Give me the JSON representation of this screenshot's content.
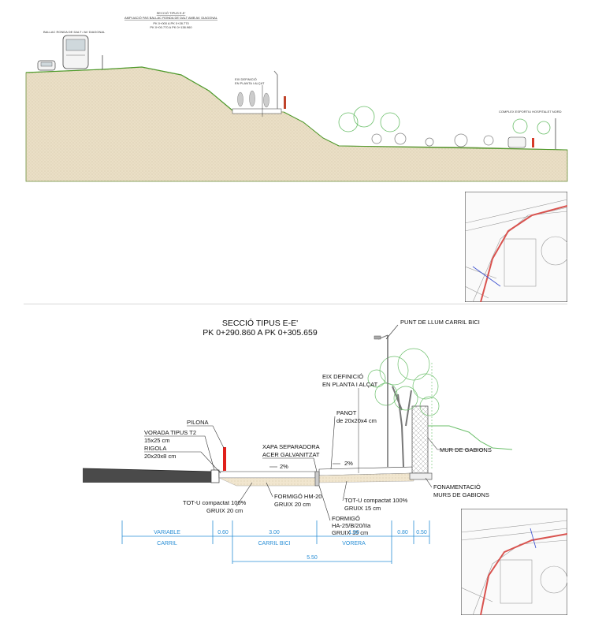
{
  "top_section": {
    "title_lines": [
      "SECCIÓ TIPUS E-E'",
      "AMPLIACIÓ PAS BALLAC RONDA DE DALT AMB AV. DIAGONAL",
      "PK 0+000 A PK 0+28.770",
      "PK 0+00.770 A PK 0+138.960"
    ],
    "left_label": "BALLAC RONDA DE DALT / AV DIAGONAL",
    "mid_label_1": "EIX DEFINICIÓ",
    "mid_label_2": "EN PLANTA I ALÇAT",
    "right_label": "COMPLEX ESPORTIU HOSPITALET NORD"
  },
  "main_section": {
    "title": "SECCIÓ TIPUS E-E'",
    "subtitle": "PK 0+290.860 A PK 0+305.659",
    "labels": {
      "punt_llum": "PUNT DE LLUM CARRIL BICI",
      "eix_1": "EIX DEFINICIÓ",
      "eix_2": "EN PLANTA I ALÇAT",
      "pilona": "PILONA",
      "vorada_1": "VORADA TIPUS T2",
      "vorada_2": "15x25 cm",
      "rigola_1": "RIGOLA",
      "rigola_2": "20x20x8 cm",
      "panot_1": "PANOT",
      "panot_2": "de 20x20x4 cm",
      "xapa_1": "XAPA SEPARADORA",
      "xapa_2": "ACER GALVANITZAT",
      "mur": "MUR DE GABIONS",
      "slope_1": "2%",
      "slope_2": "2%",
      "totu_left_1": "TOT-U compactat 100%",
      "totu_left_2": "GRUIX 20 cm",
      "formigo_hm_1": "FORMIGÓ HM-20",
      "formigo_hm_2": "GRUIX 20 cm",
      "totu_right_1": "TOT-U compactat 100%",
      "totu_right_2": "GRUIX 15 cm",
      "fonam_1": "FONAMENTACIÓ",
      "fonam_2": "MURS DE GABIONS",
      "formigo_ha_1": "FORMIGÓ",
      "formigo_ha_2": "HA-25/B/20/IIa",
      "formigo_ha_3": "GRUIX 15 cm"
    },
    "dimensions": {
      "variable": "VARIABLE",
      "d060": "0.60",
      "d300": "3.00",
      "d150": "1.50",
      "d080": "0.80",
      "d050": "0.50",
      "d550": "5.50"
    },
    "zones": {
      "carril": "CARRIL",
      "carril_bici": "CARRIL BICI",
      "vorera": "VORERA"
    }
  },
  "colors": {
    "dimension_blue": "#2a8fd6",
    "terrain_fill": "#e8dcc3",
    "bollard_red": "#e0201b",
    "plan_highlight": "#d9534f",
    "tree_green": "#6bbf6a",
    "asphalt": "#4a4a4a"
  }
}
